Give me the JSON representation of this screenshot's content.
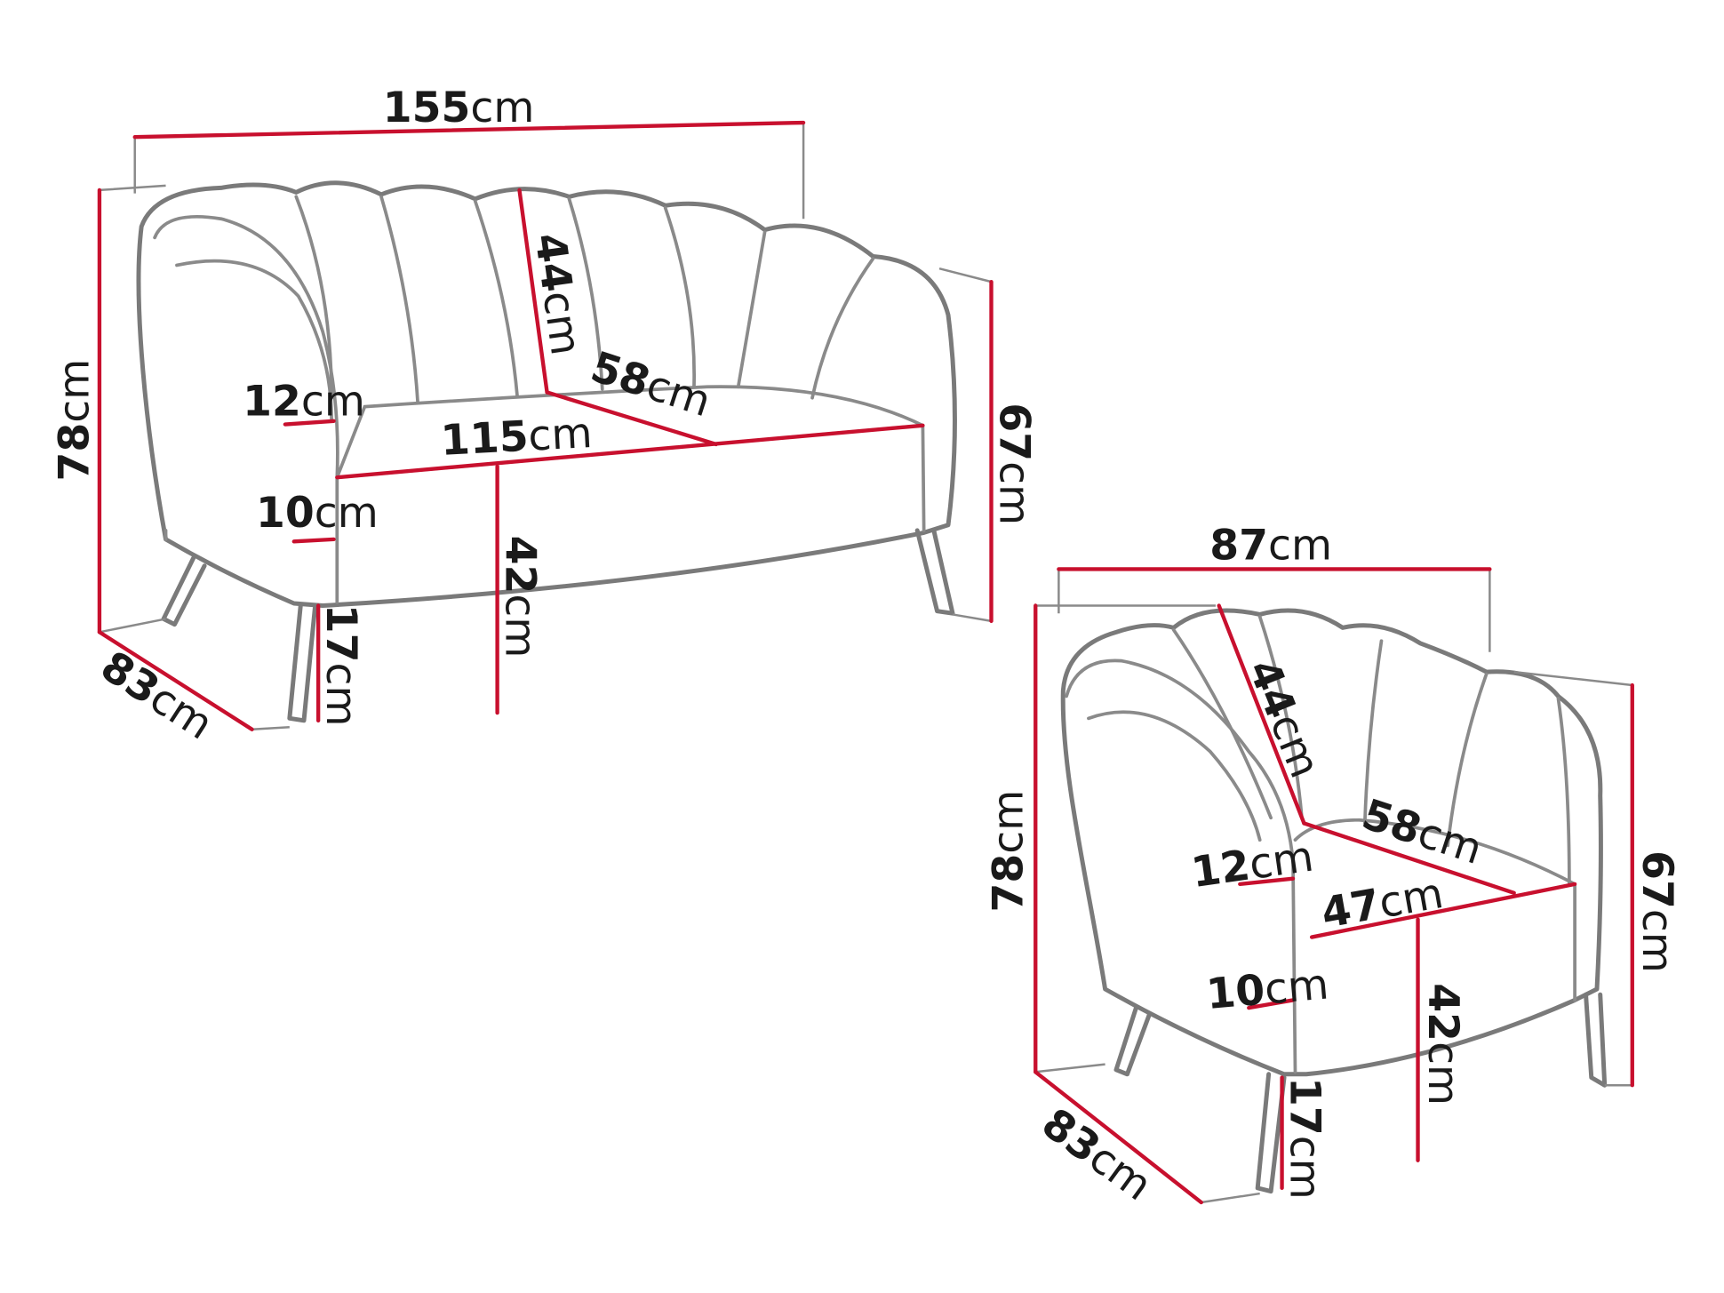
{
  "colors": {
    "dimension_line": "#c8102e",
    "outline": "#7a7a7a",
    "text": "#1a1a1a"
  },
  "sofa": {
    "width": {
      "value": "155",
      "unit": "cm"
    },
    "height": {
      "value": "78",
      "unit": "cm"
    },
    "depth": {
      "value": "83",
      "unit": "cm"
    },
    "back_height": {
      "value": "67",
      "unit": "cm"
    },
    "backrest_height": {
      "value": "44",
      "unit": "cm"
    },
    "seat_depth": {
      "value": "58",
      "unit": "cm"
    },
    "seat_width": {
      "value": "115",
      "unit": "cm"
    },
    "armrest_top": {
      "value": "12",
      "unit": "cm"
    },
    "armrest_bottom": {
      "value": "10",
      "unit": "cm"
    },
    "seat_height": {
      "value": "42",
      "unit": "cm"
    },
    "leg_height": {
      "value": "17",
      "unit": "cm"
    }
  },
  "armchair": {
    "width": {
      "value": "87",
      "unit": "cm"
    },
    "height": {
      "value": "78",
      "unit": "cm"
    },
    "depth": {
      "value": "83",
      "unit": "cm"
    },
    "back_height": {
      "value": "67",
      "unit": "cm"
    },
    "backrest_height": {
      "value": "44",
      "unit": "cm"
    },
    "seat_depth": {
      "value": "58",
      "unit": "cm"
    },
    "seat_width": {
      "value": "47",
      "unit": "cm"
    },
    "armrest_top": {
      "value": "12",
      "unit": "cm"
    },
    "armrest_bottom": {
      "value": "10",
      "unit": "cm"
    },
    "seat_height": {
      "value": "42",
      "unit": "cm"
    },
    "leg_height": {
      "value": "17",
      "unit": "cm"
    }
  }
}
